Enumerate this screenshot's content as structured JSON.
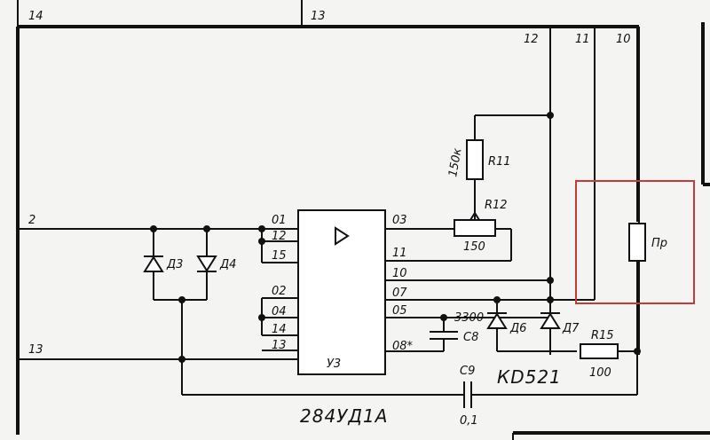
{
  "frame": {
    "sheet_labels": [
      "14",
      "13"
    ],
    "column_labels": [
      "12",
      "11",
      "10"
    ],
    "net_labels_left": [
      "2",
      "13"
    ]
  },
  "chip": {
    "designator": "У3",
    "part_number": "284УД1А",
    "pins_left": [
      "01",
      "12",
      "15",
      "02",
      "04",
      "14",
      "13"
    ],
    "pins_right": [
      "03",
      "11",
      "10",
      "07",
      "05",
      "08*"
    ]
  },
  "components": {
    "diode_d3": "Д3",
    "diode_d4": "Д4",
    "r11": "R11",
    "r11_value": "150к",
    "r12": "R12",
    "r12_value": "150",
    "capacitor_c8": "С8",
    "capacitor_c8_value": "3300",
    "diode_d6": "Д6",
    "diode_d7": "Д7",
    "r15": "R15",
    "r15_value": "100",
    "capacitor_c9": "С9",
    "capacitor_c9_value": "0,1",
    "diode_type": "КD521",
    "fuse_or_jumper": "Пр"
  },
  "highlight": {
    "color": "#c83a3a"
  },
  "colors": {
    "ink": "#111111",
    "paper": "#f4f4f2"
  }
}
